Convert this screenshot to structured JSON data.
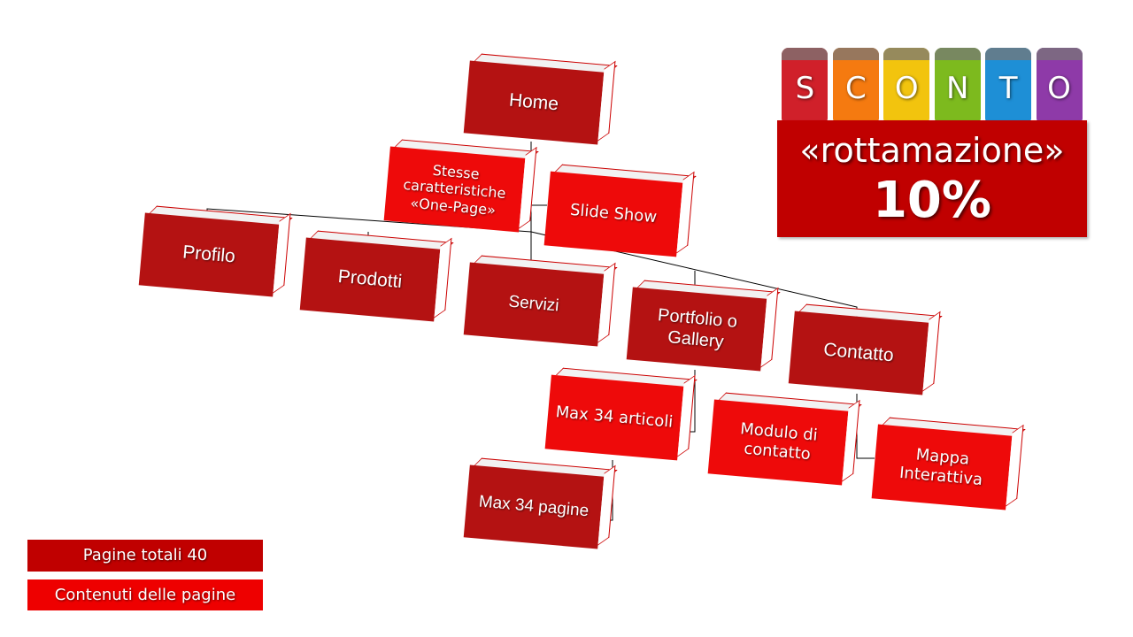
{
  "diagram": {
    "home": "Home",
    "one_page": "Stesse caratteristiche «One-Page»",
    "slide_show": "Slide Show",
    "profilo": "Profilo",
    "prodotti": "Prodotti",
    "servizi": "Servizi",
    "portfolio": "Portfolio o Gallery",
    "contatto": "Contatto",
    "max_articoli": "Max 34 articoli",
    "modulo": "Modulo di contatto",
    "mappa": "Mappa Interattiva",
    "max_pagine": "Max 34 pagine"
  },
  "banner": {
    "letters": [
      "S",
      "C",
      "O",
      "N",
      "T",
      "O"
    ],
    "paint_colors": [
      "#d0202a",
      "#f57a10",
      "#f2c40e",
      "#7dba1e",
      "#1e8fd6",
      "#8e3aa8"
    ],
    "subtitle": "«rottamazione»",
    "discount": "10%"
  },
  "legend": {
    "total_pages": "Pagine totali 40",
    "page_contents": "Contenuti delle pagine"
  },
  "colors": {
    "dark_red": "#b41212",
    "bright_red": "#ee0a0a"
  }
}
